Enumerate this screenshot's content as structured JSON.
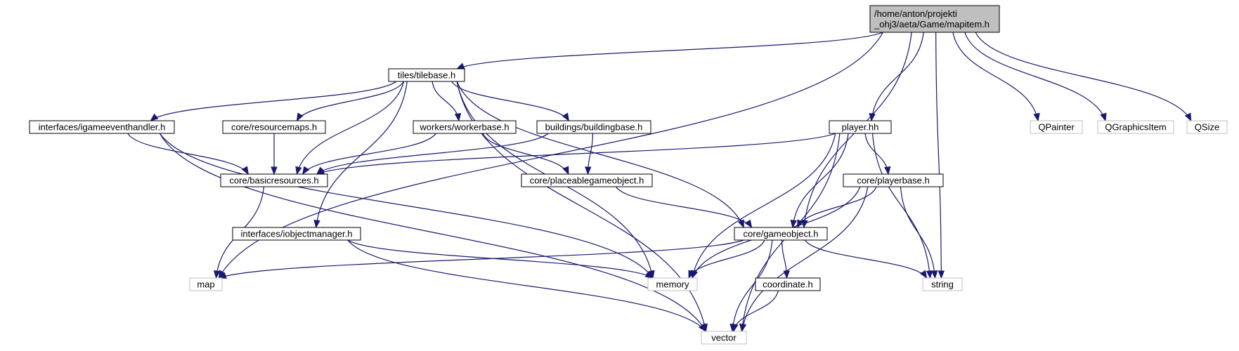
{
  "colors": {
    "edge": "#191970",
    "root_fill": "#bfbfbf",
    "project_border": "#000000",
    "external_border": "#bfbfbf",
    "external_text": "#000000"
  },
  "nodes": [
    {
      "id": "root",
      "lines": [
        "/home/anton/projekti",
        "_ohj3/aeta/Game/mapitem.h"
      ],
      "kind": "root"
    },
    {
      "id": "tilebase",
      "lines": [
        "tiles/tilebase.h"
      ],
      "kind": "project"
    },
    {
      "id": "qpainter",
      "lines": [
        "QPainter"
      ],
      "kind": "external"
    },
    {
      "id": "qgraphicsitem",
      "lines": [
        "QGraphicsItem"
      ],
      "kind": "external"
    },
    {
      "id": "qsize",
      "lines": [
        "QSize"
      ],
      "kind": "external"
    },
    {
      "id": "igameeventhandler",
      "lines": [
        "interfaces/igameeventhandler.h"
      ],
      "kind": "project"
    },
    {
      "id": "resourcemaps",
      "lines": [
        "core/resourcemaps.h"
      ],
      "kind": "project"
    },
    {
      "id": "workerbase",
      "lines": [
        "workers/workerbase.h"
      ],
      "kind": "project"
    },
    {
      "id": "buildingbase",
      "lines": [
        "buildings/buildingbase.h"
      ],
      "kind": "project"
    },
    {
      "id": "player",
      "lines": [
        "player.hh"
      ],
      "kind": "project"
    },
    {
      "id": "basicresources",
      "lines": [
        "core/basicresources.h"
      ],
      "kind": "project"
    },
    {
      "id": "placeable",
      "lines": [
        "core/placeablegameobject.h"
      ],
      "kind": "project"
    },
    {
      "id": "playerbase",
      "lines": [
        "core/playerbase.h"
      ],
      "kind": "project"
    },
    {
      "id": "iobjectmanager",
      "lines": [
        "interfaces/iobjectmanager.h"
      ],
      "kind": "project"
    },
    {
      "id": "gameobject",
      "lines": [
        "core/gameobject.h"
      ],
      "kind": "project"
    },
    {
      "id": "map",
      "lines": [
        "map"
      ],
      "kind": "external"
    },
    {
      "id": "memory",
      "lines": [
        "memory"
      ],
      "kind": "external"
    },
    {
      "id": "coordinate",
      "lines": [
        "coordinate.h"
      ],
      "kind": "project"
    },
    {
      "id": "string",
      "lines": [
        "string"
      ],
      "kind": "external"
    },
    {
      "id": "vector",
      "lines": [
        "vector"
      ],
      "kind": "external"
    }
  ],
  "edges": [
    {
      "from": "root",
      "to": "tilebase"
    },
    {
      "from": "root",
      "to": "qpainter"
    },
    {
      "from": "root",
      "to": "qgraphicsitem"
    },
    {
      "from": "root",
      "to": "qsize"
    },
    {
      "from": "root",
      "to": "player"
    },
    {
      "from": "root",
      "to": "gameobject"
    },
    {
      "from": "root",
      "to": "string"
    },
    {
      "from": "root",
      "to": "map"
    },
    {
      "from": "tilebase",
      "to": "igameeventhandler"
    },
    {
      "from": "tilebase",
      "to": "resourcemaps"
    },
    {
      "from": "tilebase",
      "to": "workerbase"
    },
    {
      "from": "tilebase",
      "to": "buildingbase"
    },
    {
      "from": "tilebase",
      "to": "basicresources"
    },
    {
      "from": "tilebase",
      "to": "iobjectmanager"
    },
    {
      "from": "tilebase",
      "to": "memory"
    },
    {
      "from": "tilebase",
      "to": "gameobject"
    },
    {
      "from": "tilebase",
      "to": "vector"
    },
    {
      "from": "igameeventhandler",
      "to": "basicresources"
    },
    {
      "from": "igameeventhandler",
      "to": "memory"
    },
    {
      "from": "igameeventhandler",
      "to": "vector"
    },
    {
      "from": "resourcemaps",
      "to": "basicresources"
    },
    {
      "from": "workerbase",
      "to": "basicresources"
    },
    {
      "from": "workerbase",
      "to": "placeable"
    },
    {
      "from": "buildingbase",
      "to": "basicresources"
    },
    {
      "from": "buildingbase",
      "to": "placeable"
    },
    {
      "from": "player",
      "to": "basicresources"
    },
    {
      "from": "player",
      "to": "playerbase"
    },
    {
      "from": "player",
      "to": "gameobject"
    },
    {
      "from": "player",
      "to": "memory"
    },
    {
      "from": "player",
      "to": "string"
    },
    {
      "from": "player",
      "to": "vector"
    },
    {
      "from": "basicresources",
      "to": "map"
    },
    {
      "from": "placeable",
      "to": "gameobject"
    },
    {
      "from": "playerbase",
      "to": "gameobject"
    },
    {
      "from": "playerbase",
      "to": "memory"
    },
    {
      "from": "playerbase",
      "to": "string"
    },
    {
      "from": "playerbase",
      "to": "vector"
    },
    {
      "from": "iobjectmanager",
      "to": "memory"
    },
    {
      "from": "iobjectmanager",
      "to": "vector"
    },
    {
      "from": "gameobject",
      "to": "map"
    },
    {
      "from": "gameobject",
      "to": "memory"
    },
    {
      "from": "gameobject",
      "to": "coordinate"
    },
    {
      "from": "gameobject",
      "to": "string"
    },
    {
      "from": "gameobject",
      "to": "vector"
    },
    {
      "from": "coordinate",
      "to": "vector"
    }
  ]
}
